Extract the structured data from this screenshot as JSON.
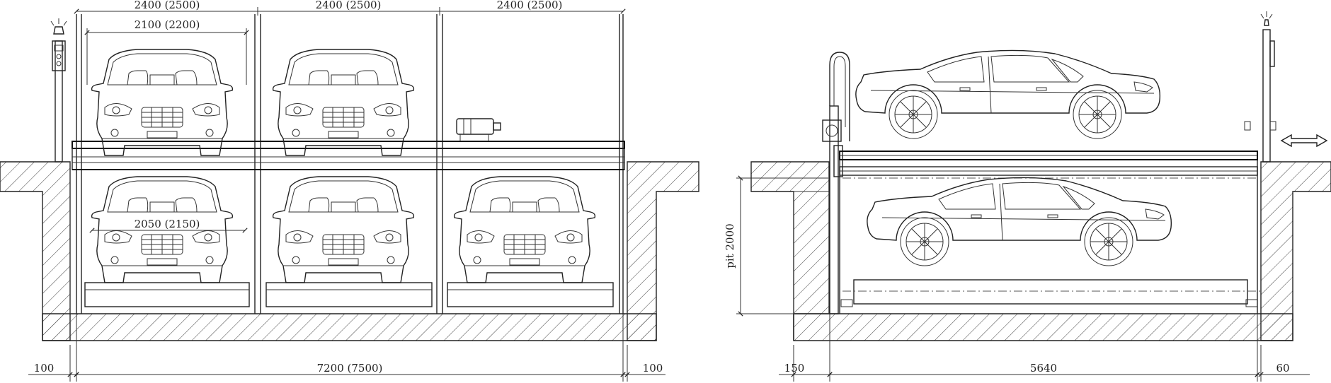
{
  "front_view": {
    "top_dims": [
      "2400 (2500)",
      "2400 (2500)",
      "2400 (2500)"
    ],
    "inner_width": "2100 (2200)",
    "platform_width": "2050 (2150)",
    "left_margin": "100",
    "right_margin": "100",
    "overall_width": "7200 (7500)"
  },
  "side_view": {
    "pit_depth": "pit 2000",
    "left_margin": "150",
    "length": "5640",
    "right_margin": "60"
  }
}
